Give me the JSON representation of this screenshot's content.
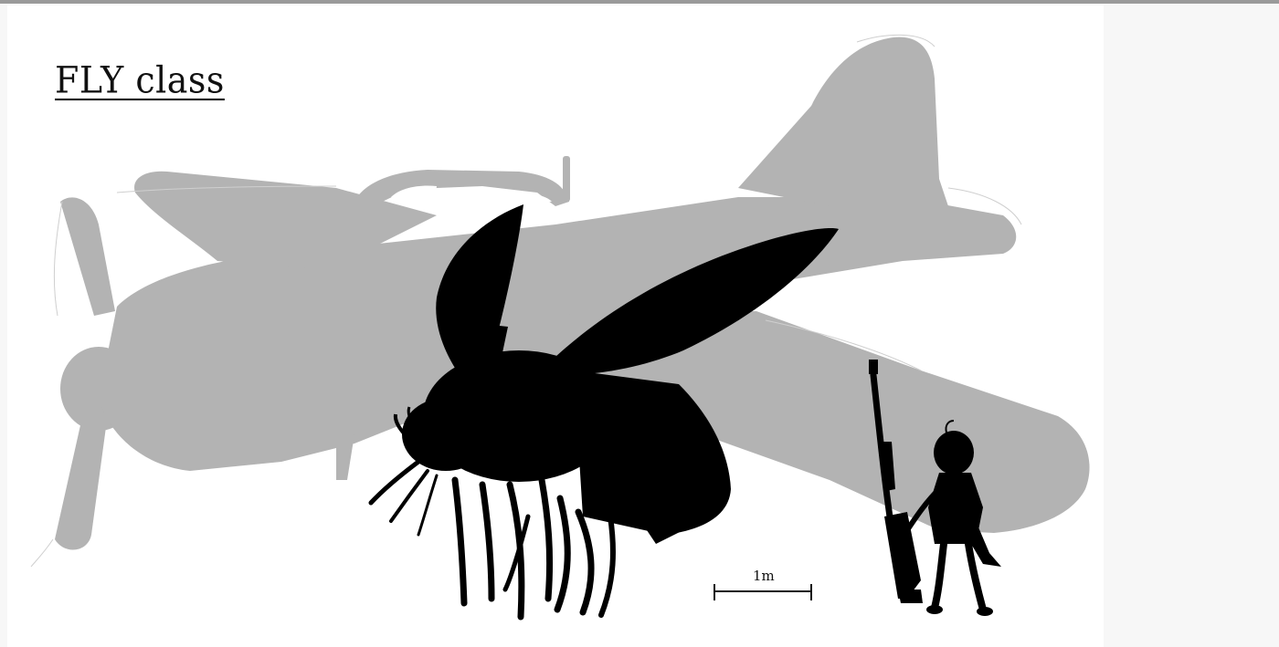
{
  "title": "FLY class",
  "scale_bar": {
    "label": "1m"
  },
  "colors": {
    "airplane": "#b3b3b3",
    "fly": "#000000",
    "girl": "#000000",
    "background": "#ffffff"
  },
  "icons": [
    "airplane-silhouette",
    "fly-silhouette",
    "girl-with-rifle-silhouette"
  ]
}
